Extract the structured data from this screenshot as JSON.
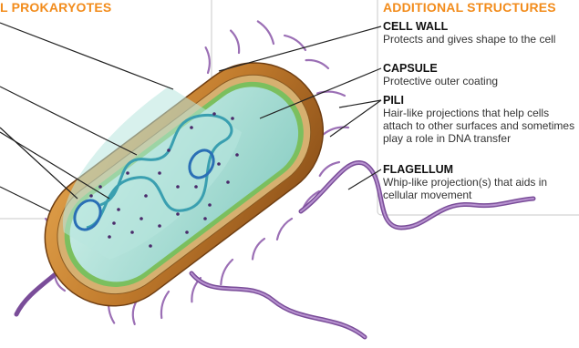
{
  "left_panel": {
    "title": "L PROKARYOTES"
  },
  "right_panel": {
    "title": "ADDITIONAL STRUCTURES",
    "structures": [
      {
        "name": "CELL WALL",
        "description": "Protects and gives shape to the cell"
      },
      {
        "name": "CAPSULE",
        "description": "Protective outer coating"
      },
      {
        "name": "PILI",
        "description": "Hair-like projections that help cells attach to other surfaces and sometimes play a role in DNA transfer"
      },
      {
        "name": "FLAGELLUM",
        "description": "Whip-like projection(s) that aids in cellular movement"
      }
    ]
  },
  "colors": {
    "title_accent": "#f28c1c",
    "capsule": "#c8832f",
    "cytoplasm": "#a6ded6",
    "membrane": "#7bbf5e",
    "pili_flagellum": "#9b6fb5",
    "dna": "#3a9fb0",
    "ribosome": "#4a2a6a"
  }
}
